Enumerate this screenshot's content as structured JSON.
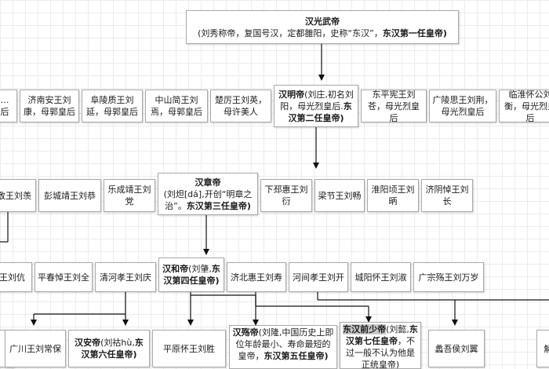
{
  "nodes": {
    "liuxiu": {
      "title": "汉光武帝",
      "note_a": "(刘秀称帝，复国号汉，定都雒阳，史称“东汉”，",
      "note_b": "东汉第一任皇帝)"
    },
    "r2_a": {
      "line1": "…",
      "line2": "后"
    },
    "r2_b": {
      "text": "济南安王刘康，母郭皇后"
    },
    "r2_c": {
      "text": "阜陵质王刘延，母郭皇后"
    },
    "r2_d": {
      "text": "中山简王刘焉，母郭皇后"
    },
    "r2_e": {
      "text": "楚厉王刘英，母许美人"
    },
    "mingdi": {
      "title": "汉明帝",
      "note_a": "(刘庄,初名刘阳，母光烈皇后.",
      "note_b": "东汉第二任皇帝)"
    },
    "r2_g": {
      "text": "东平宪王刘苍，母光烈皇后"
    },
    "r2_h": {
      "text": "广陵思王刘荆，母光烈皇后"
    },
    "r2_i": {
      "text": "临淮怀公刘衡，母光烈皇后"
    },
    "r3_a": {
      "text": "敬王刘羡"
    },
    "r3_b": {
      "text": "彭城靖王刘恭"
    },
    "r3_c": {
      "text": "乐成靖王刘党"
    },
    "zhangdi": {
      "title": "汉章帝",
      "note_a": "(刘炟[dá],开创“明章之治”。",
      "note_b": "东汉第三任皇帝)"
    },
    "r3_e": {
      "text": "下邳惠王刘衍"
    },
    "r3_f": {
      "text": "梁节王刘畅"
    },
    "r3_g": {
      "text": "淮阳顷王刘昞"
    },
    "r3_h": {
      "text": "济阴悼王刘长"
    },
    "r4_a": {
      "text": "王刘伉"
    },
    "r4_b": {
      "text": "平春悼王刘全"
    },
    "r4_c": {
      "text": "清河孝王刘庆"
    },
    "hedi": {
      "title": "汉和帝",
      "note_a": "(刘肇,",
      "note_b": "东汉第四任皇帝)"
    },
    "r4_e": {
      "text": "济北惠王刘寿"
    },
    "r4_f": {
      "text": "河间孝王刘开"
    },
    "r4_g": {
      "text": "城阳怀王刘淑"
    },
    "r4_h": {
      "text": "广宗殇王刘万岁"
    },
    "r5_a": {
      "text": ""
    },
    "r5_b": {
      "text": "广川王刘常保"
    },
    "andi": {
      "title": "汉安帝",
      "note_a": "(刘祜hù,",
      "note_b": "东汉第六任皇帝)"
    },
    "r5_d": {
      "text": "平原怀王刘胜"
    },
    "shangdi": {
      "title": "汉殇帝",
      "note_a": "(刘隆,中国历史上即位年龄最小、寿命最短的皇帝，",
      "note_b": "东汉第五任皇帝)"
    },
    "shaodi": {
      "title": "东汉前少帝",
      "note_a": "(刘懿,",
      "note_b": "东汉第七任皇帝",
      "note_c": "，不过一般不认为他是正统皇帝)"
    },
    "r5_g": {
      "text": "蠡吾侯刘翼"
    },
    "r5_h": {
      "text": "解"
    }
  }
}
